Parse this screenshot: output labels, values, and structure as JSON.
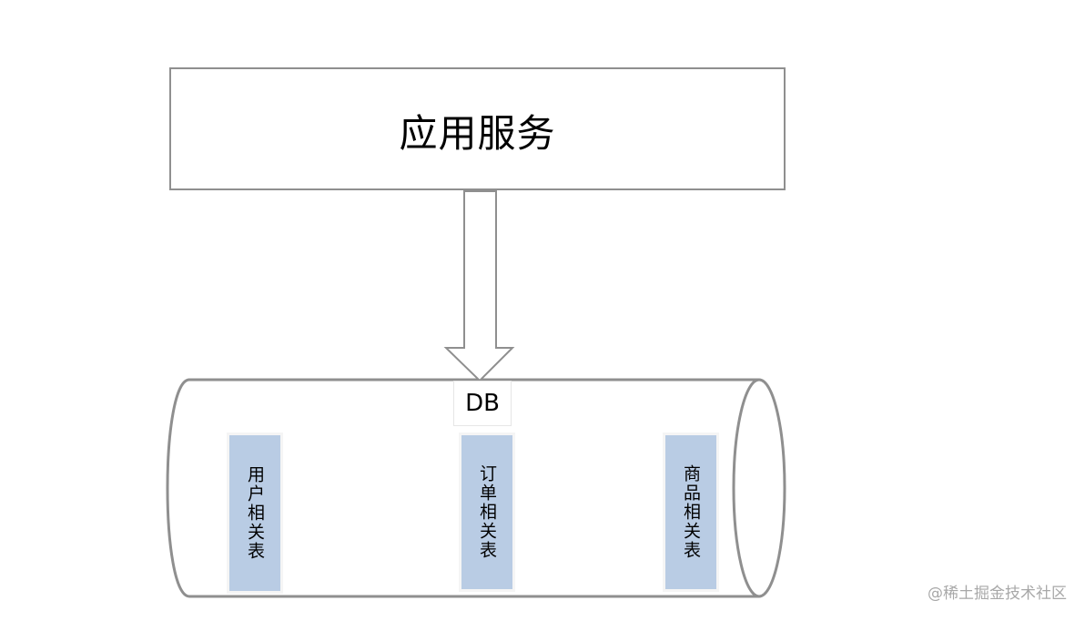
{
  "service": {
    "title": "应用服务"
  },
  "db": {
    "label": "DB",
    "tables": [
      {
        "label": "用户相关表"
      },
      {
        "label": "订单相关表"
      },
      {
        "label": "商品相关表"
      }
    ]
  },
  "watermark": "@稀土掘金技术社区",
  "colors": {
    "stroke": "#8f8f8f",
    "table_fill": "#b9cce4",
    "background": "#ffffff"
  }
}
